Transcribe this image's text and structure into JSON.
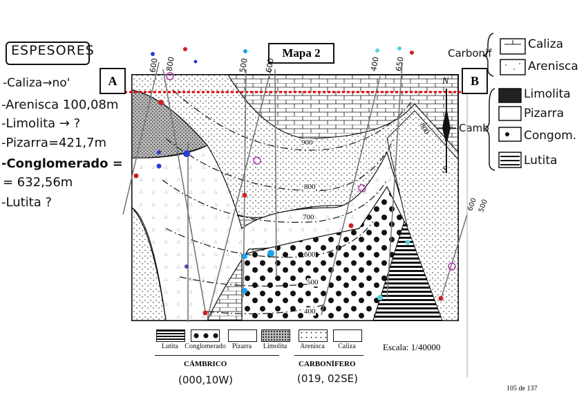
{
  "map": {
    "title": "Mapa 2",
    "label_a": "A",
    "label_b": "B",
    "north": "N",
    "south": "S",
    "contours": [
      "900",
      "800",
      "700",
      "600",
      "500",
      "400",
      "800"
    ],
    "strike_numbers": [
      "600",
      "800",
      "500",
      "600",
      "400",
      "650",
      "600",
      "500"
    ],
    "scale": "Escala: 1/40000",
    "page_number": "105 de 137"
  },
  "legend": {
    "items": [
      "Lutita",
      "Conglomerado",
      "Pizarra",
      "Limolita",
      "Arenisca",
      "Caliza"
    ],
    "period_cambrico": "CÁMBRICO",
    "period_carbonifero": "CARBONÍFERO"
  },
  "notes": {
    "left_title": "ESPESORES",
    "lines": [
      "-Caliza→no'",
      "-Arenisca 100,08m",
      "-Limolita → ?",
      "-Pizarra=421,7m",
      "-Conglomerado =",
      "= 632,56m",
      "-Lutita ?"
    ],
    "cambrico_attitude": "(000,10W)",
    "carbonifero_attitude": "(019, 02SE)",
    "right_group_carbonif": "Carbonif",
    "right_group_camb": "Camb",
    "right_items_top": [
      "Caliza",
      "Arenisca"
    ],
    "right_items_bottom": [
      "Limolita",
      "Pizarra",
      "Congom.",
      "Lutita"
    ]
  }
}
